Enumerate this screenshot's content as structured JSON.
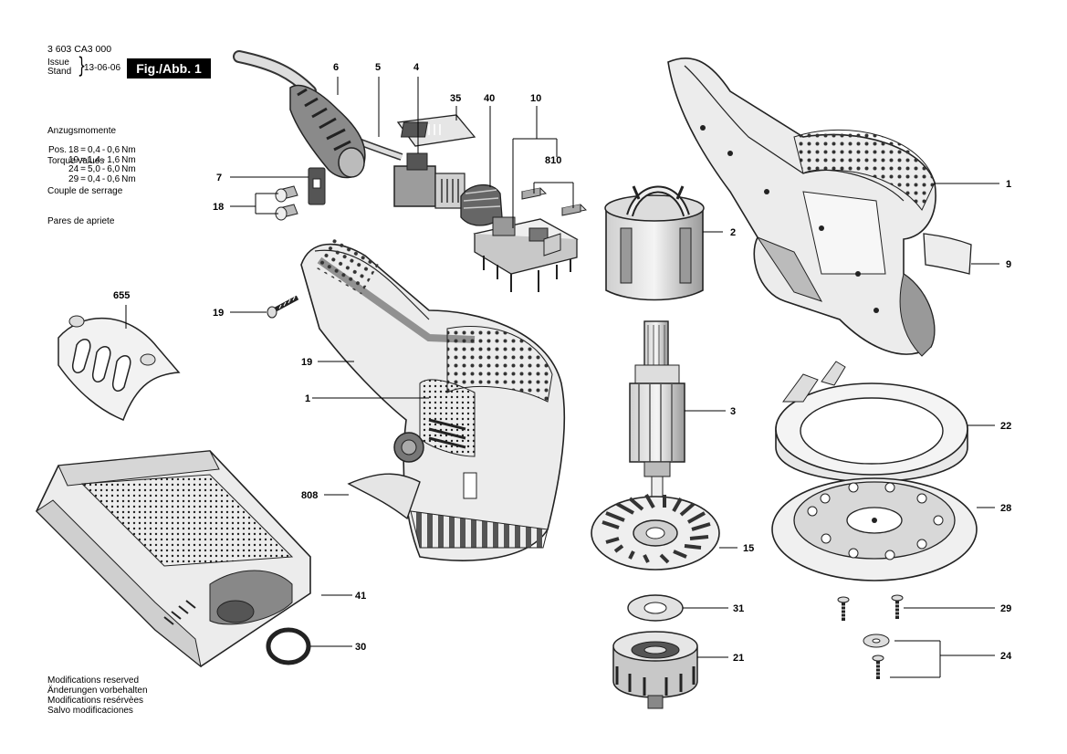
{
  "header": {
    "doc_number": "3 603 CA3 000",
    "issue_label": "Issue",
    "stand_label": "Stand",
    "date": "13-06-06",
    "figure_badge": "Fig./Abb. 1"
  },
  "torque": {
    "titles": [
      "Anzugsmomente",
      "Torque values",
      "Couple de serrage",
      "Pares de apriete"
    ],
    "rows": [
      {
        "prefix": "Pos.",
        "pos": "18",
        "eq": "=",
        "min": "0,4",
        "dash": "-",
        "max": "0,6",
        "unit": "Nm"
      },
      {
        "prefix": "",
        "pos": "19",
        "eq": "=",
        "min": "1,4",
        "dash": "-",
        "max": "1,6",
        "unit": "Nm"
      },
      {
        "prefix": "",
        "pos": "24",
        "eq": "=",
        "min": "5,0",
        "dash": "-",
        "max": "6,0",
        "unit": "Nm"
      },
      {
        "prefix": "",
        "pos": "29",
        "eq": "=",
        "min": "0,4",
        "dash": "-",
        "max": "0,6",
        "unit": "Nm"
      }
    ]
  },
  "footer": {
    "lines": [
      "Modifications reserved",
      "Änderungen vorbehalten",
      "Modifications resérvèes",
      "Salvo modificaciones"
    ]
  },
  "parts": {
    "p6": "6",
    "p5": "5",
    "p4": "4",
    "p35": "35",
    "p40": "40",
    "p10": "10",
    "p810": "810",
    "p7": "7",
    "p18": "18",
    "p655": "655",
    "p19a": "19",
    "p19b": "19",
    "p1a": "1",
    "p808": "808",
    "p41": "41",
    "p30": "30",
    "p2": "2",
    "p3": "3",
    "p15": "15",
    "p31": "31",
    "p21": "21",
    "p1b": "1",
    "p9": "9",
    "p22": "22",
    "p28": "28",
    "p29": "29",
    "p24": "24"
  }
}
